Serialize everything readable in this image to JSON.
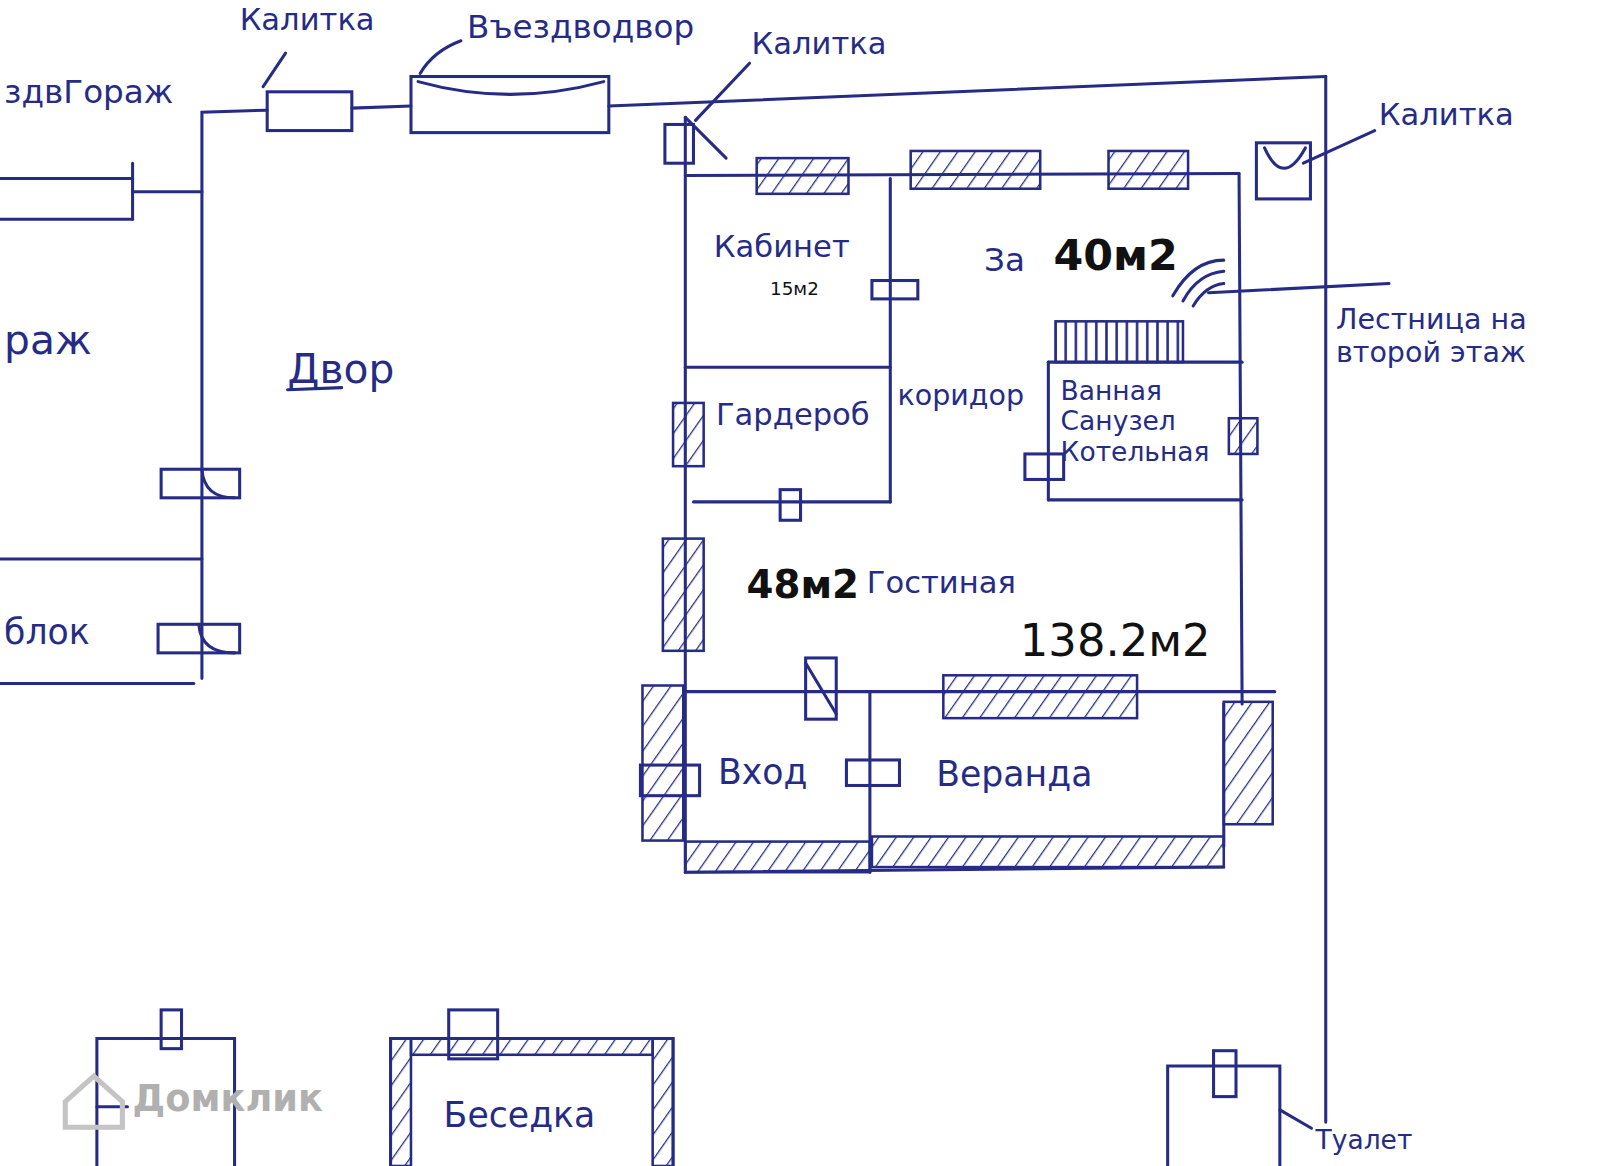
{
  "diagram": {
    "nodes": [
      {
        "text": [
          "раж"
        ]
      },
      {
        "text": [
          "блок"
        ]
      },
      {
        "text": [
          "Кабинет",
          "15м2"
        ]
      },
      {
        "text": [
          "За",
          "40м2"
        ]
      },
      {
        "text": [
          "Гардероб"
        ]
      },
      {
        "text": [
          "Ванная Санузел Котельная"
        ]
      },
      {
        "text": [
          "48м2",
          "Гостиная"
        ]
      },
      {
        "text": [
          "Вход"
        ]
      },
      {
        "text": [
          "Веранда"
        ]
      },
      {
        "text": [
          "Беседка"
        ]
      },
      {
        "text": [
          "Туалет"
        ]
      }
    ],
    "labels": [
      "Калитка",
      "Въездводвор",
      "Калитка",
      "здвГораж",
      "Калитка",
      "Двор",
      "Лестница на второй этаж",
      "коридор",
      "138.2м2",
      "Домклик"
    ]
  }
}
